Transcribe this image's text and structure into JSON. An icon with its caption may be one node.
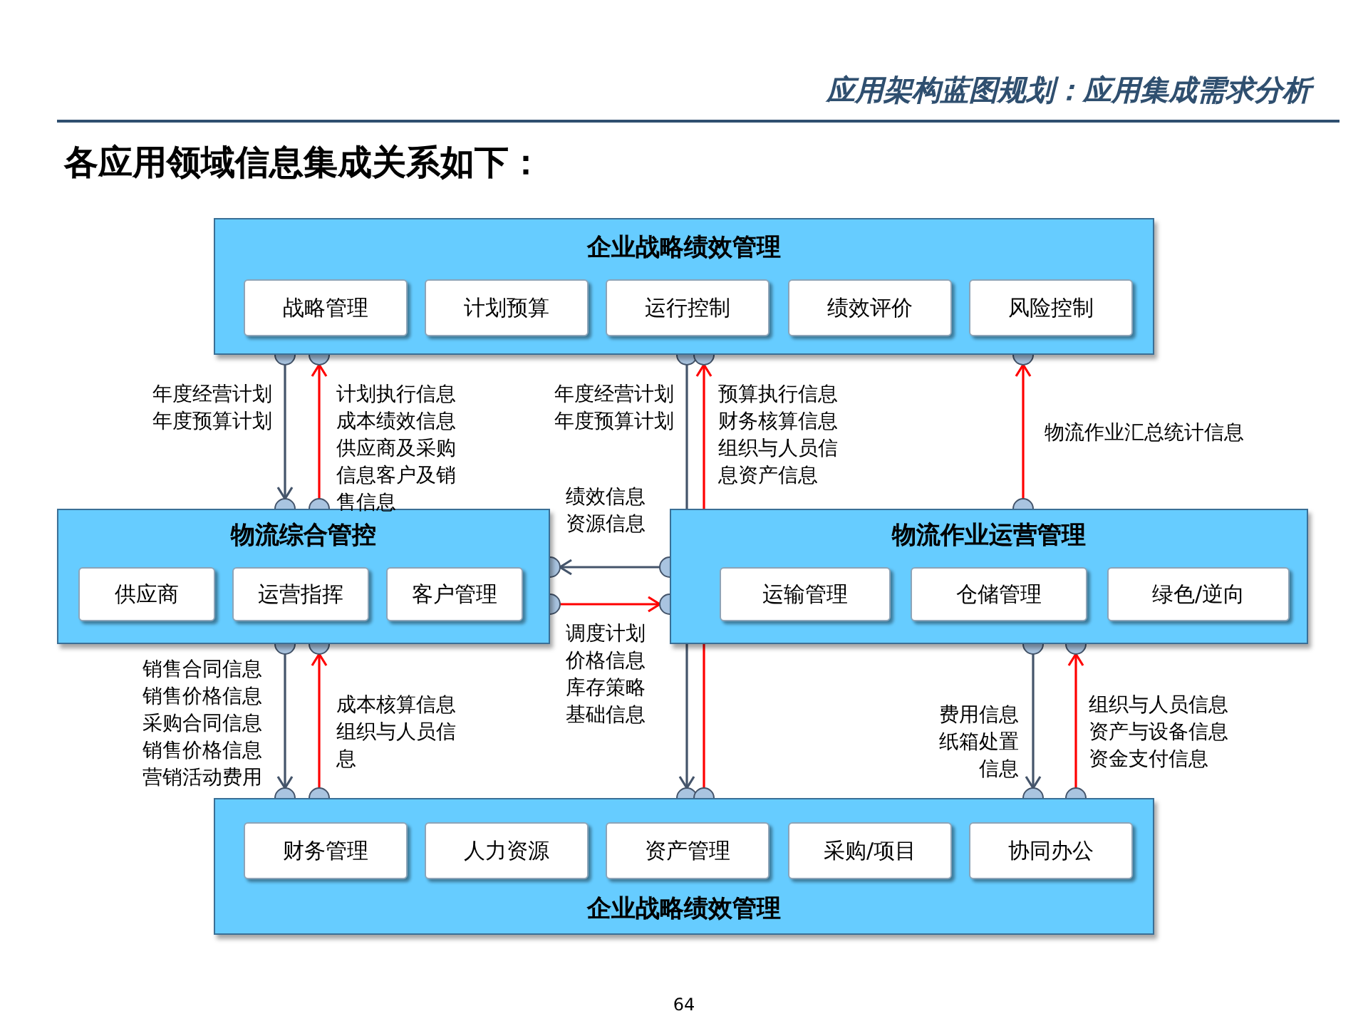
{
  "diagram": {
    "title": "应用架构蓝图规划：应用集成需求分析",
    "nodes": [
      {
        "text": [
          "企业战略绩效管理"
        ]
      },
      {
        "text": [
          "战略管理"
        ],
        "in": 0
      },
      {
        "text": [
          "计划预算"
        ],
        "in": 0
      },
      {
        "text": [
          "运行控制"
        ],
        "in": 0
      },
      {
        "text": [
          "绩效评价"
        ],
        "in": 0
      },
      {
        "text": [
          "风险控制"
        ],
        "in": 0
      },
      {
        "text": [
          "物流综合管控"
        ]
      },
      {
        "text": [
          "供应商"
        ],
        "in": 6
      },
      {
        "text": [
          "运营指挥"
        ],
        "in": 6
      },
      {
        "text": [
          "客户管理"
        ],
        "in": 6
      },
      {
        "text": [
          "物流作业运营管理"
        ]
      },
      {
        "text": [
          "运输管理"
        ],
        "in": 10
      },
      {
        "text": [
          "仓储管理"
        ],
        "in": 10
      },
      {
        "text": [
          "绿色/逆向"
        ],
        "in": 10
      },
      {
        "text": [
          "企业战略绩效管理"
        ]
      },
      {
        "text": [
          "财务管理"
        ],
        "in": 14
      },
      {
        "text": [
          "人力资源"
        ],
        "in": 14
      },
      {
        "text": [
          "资产管理"
        ],
        "in": 14
      },
      {
        "text": [
          "采购/项目"
        ],
        "in": 14
      },
      {
        "text": [
          "协同办公"
        ],
        "in": 14
      }
    ],
    "edges": [
      {
        "from": 0,
        "to": 6,
        "arrow": "to",
        "label": "年度经营计划年度预算计划",
        "color": "#44546a"
      },
      {
        "from": 6,
        "to": 0,
        "arrow": "to",
        "label": "计划执行信息成本绩效信息供应商及采购信息客户及销售信息"
      },
      {
        "from": 0,
        "to": 14,
        "arrow": "to",
        "label": "年度经营计划年度预算计划",
        "color": "#44546a"
      },
      {
        "from": 14,
        "to": 0,
        "arrow": "to",
        "label": "预算执行信息财务核算信息组织与人员信息资产信息"
      },
      {
        "from": 10,
        "to": 0,
        "arrow": "to",
        "label": "物流作业汇总统计信息"
      },
      {
        "from": 10,
        "to": 6,
        "arrow": "to",
        "label": "绩效信息资源信息",
        "color": "#44546a"
      },
      {
        "from": 6,
        "to": 10,
        "arrow": "to",
        "label": "调度计划价格信息库存策略基础信息"
      },
      {
        "from": 6,
        "to": 14,
        "arrow": "to",
        "label": "销售合同信息销售价格信息采购合同信息销售价格信息营销活动费用",
        "color": "#44546a"
      },
      {
        "from": 14,
        "to": 6,
        "arrow": "to",
        "label": "成本核算信息组织与人员信息"
      },
      {
        "from": 10,
        "to": 14,
        "arrow": "to",
        "label": "费用信息纸箱处置信息",
        "color": "#44546a"
      },
      {
        "from": 14,
        "to": 10,
        "arrow": "to",
        "label": "组织与人员信息资产与设备信息资金支付信息"
      }
    ],
    "labels": [
      "各应用领域信息集成关系如下：",
      "64"
    ]
  }
}
